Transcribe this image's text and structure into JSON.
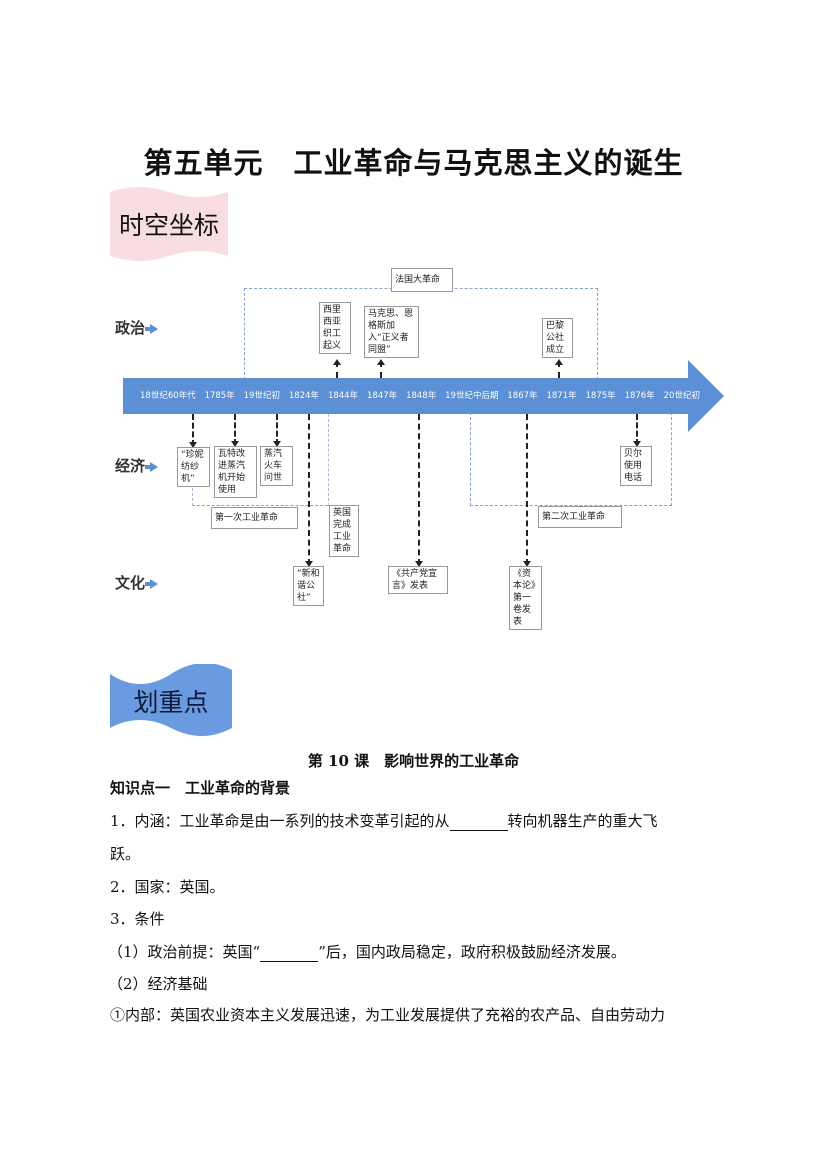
{
  "title": "第五单元　工业革命与马克思主义的诞生",
  "banner1": "时空坐标",
  "banner2": "划重点",
  "timeline": {
    "rows": {
      "politics": "政治",
      "economy": "经济",
      "culture": "文化"
    },
    "years": [
      "18世纪60年代",
      "1785年",
      "19世纪初",
      "1824年",
      "1844年",
      "1847年",
      "1848年",
      "19世纪中后期",
      "1867年",
      "1871年",
      "1875年",
      "1876年",
      "20世纪初"
    ],
    "french_revolution": "法国大革命",
    "silesia": "西里西亚织工起义",
    "marx": "马克思、恩格斯加入“正义者同盟”",
    "paris": "巴黎公社成立",
    "jenny": "“珍妮纺纱机”",
    "watt": "瓦特改进蒸汽机开始使用",
    "locomotive": "蒸汽火车问世",
    "first_ir": "第一次工业革命",
    "britain_done": "英国完成工业革命",
    "second_ir": "第二次工业革命",
    "bell": "贝尔使用电话",
    "new_harmony": "“新和谐公社”",
    "manifesto": "《共产党宣言》发表",
    "capital": "《资本论》第一卷发表"
  },
  "lesson_title": "第 10 课　影响世界的工业革命",
  "body": {
    "kp1": "知识点一　工业革命的背景",
    "l1a": "1．内涵：工业革命是由一系列的技术变革引起的从",
    "l1b": "转向机器生产的重大飞",
    "l1c": "跃。",
    "l2": "2．国家：英国。",
    "l3": "3．条件",
    "l4a": "（1）政治前提：英国“",
    "l4b": "”后，国内政局稳定，政府积极鼓励经济发展。",
    "l5": "（2）经济基础",
    "l6": "①内部：英国农业资本主义发展迅速，为工业发展提供了充裕的农产品、自由劳动力"
  }
}
